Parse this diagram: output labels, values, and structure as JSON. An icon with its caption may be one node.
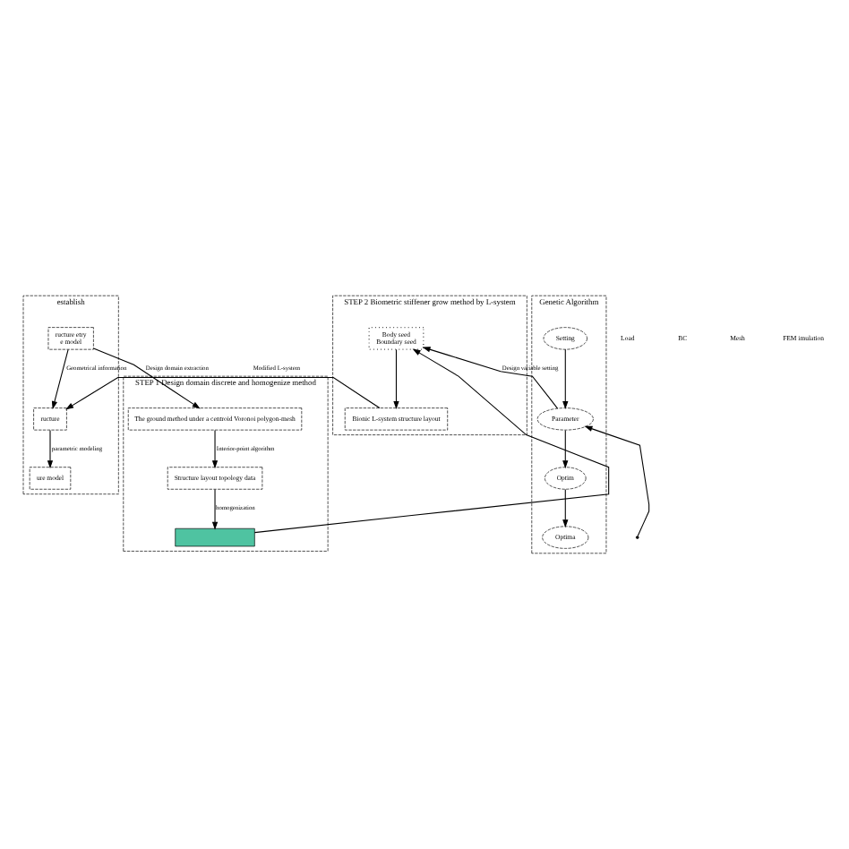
{
  "diagram": {
    "nodes": [
      {
        "text": [
          "establish"
        ]
      },
      {
        "text": [
          "ructure etry",
          "e model"
        ],
        "in": 0
      },
      {
        "text": [
          "ructure"
        ],
        "in": 0
      },
      {
        "text": [
          "ure model"
        ],
        "in": 0
      },
      {
        "text": [
          "STEP 1 Design domain discrete and homogenize method"
        ]
      },
      {
        "text": [
          "The ground method under a centroid Voronoi polygon-mesh"
        ],
        "in": 4
      },
      {
        "text": [
          "Structure layout topology data"
        ],
        "in": 4
      },
      {
        "text": [],
        "shape": "box",
        "in": 4
      },
      {
        "text": [
          "STEP 2 Biometric stiffener grow method by L-system"
        ]
      },
      {
        "text": [
          "Body seed",
          "Boundary seed"
        ],
        "in": 8
      },
      {
        "text": [
          "Bionic L-system structure layout"
        ],
        "in": 8
      },
      {
        "text": [
          "Genetic Algorithm"
        ]
      },
      {
        "text": [
          "Setting"
        ],
        "in": 11
      },
      {
        "text": [
          "Parameter"
        ],
        "in": 11
      },
      {
        "text": [
          "Optim"
        ],
        "in": 11
      },
      {
        "text": [
          "Optima"
        ],
        "in": 11
      }
    ],
    "edges": [
      {
        "from": 1,
        "to": 2,
        "arrow": "to",
        "label": "Geometrical information"
      },
      {
        "from": 2,
        "to": 3,
        "arrow": "to",
        "label": "parametric modeling"
      },
      {
        "from": 1,
        "to": 5,
        "arrow": "to",
        "label": "Design domain extraction"
      },
      {
        "from": 5,
        "to": 6,
        "arrow": "to",
        "label": "Interior-point algorithm"
      },
      {
        "from": 6,
        "to": 7,
        "arrow": "to",
        "label": "homogenization"
      },
      {
        "from": 7,
        "to": 9,
        "arrow": "to"
      },
      {
        "from": 9,
        "to": 10,
        "arrow": "to"
      },
      {
        "from": 10,
        "to": 2,
        "arrow": "to",
        "label": "Modified L-system"
      },
      {
        "from": 12,
        "to": 13,
        "arrow": "to"
      },
      {
        "from": 13,
        "to": 14,
        "arrow": "to"
      },
      {
        "from": 14,
        "to": 15,
        "arrow": "to"
      },
      {
        "from": 13,
        "to": 9,
        "arrow": "to",
        "label": "Design variable setting"
      },
      {
        "from": null,
        "to": 13,
        "arrow": "to"
      }
    ],
    "labels": [
      "Load",
      "BC",
      "Mesh",
      "FEM imulation"
    ]
  }
}
